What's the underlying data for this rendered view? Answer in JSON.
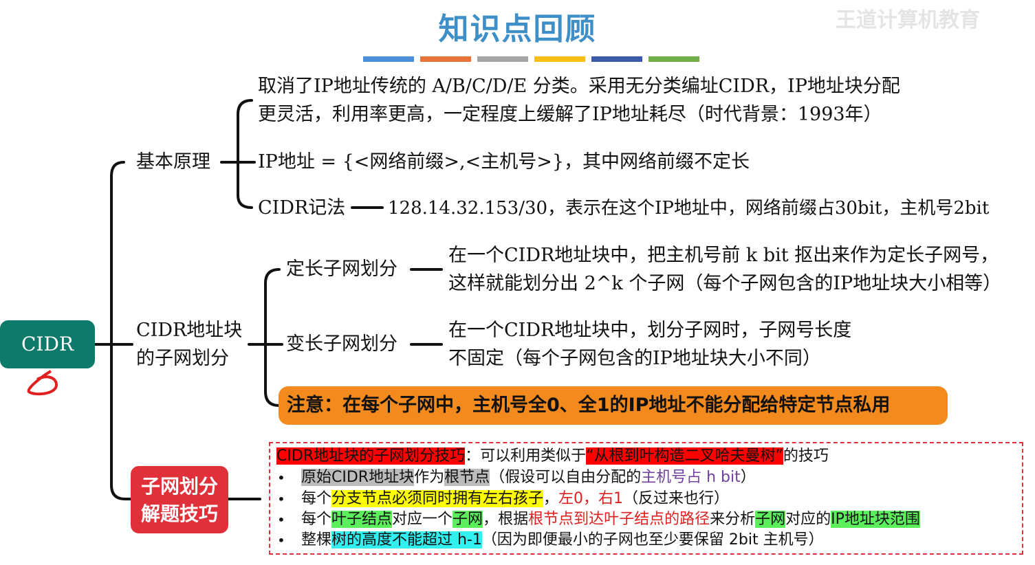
{
  "header": {
    "title": "知识点回顾",
    "watermark": "王道计算机教育",
    "stripe_colors": [
      "#4a90d9",
      "#e8743b",
      "#a5a5a5",
      "#f7bf13",
      "#3a5ba8",
      "#70ad47"
    ]
  },
  "root": {
    "label": "CIDR"
  },
  "branch_basic": {
    "label": "基本原理",
    "item1_line1": "取消了IP地址传统的 A/B/C/D/E 分类。采用无分类编址CIDR，IP地址块分配",
    "item1_line2": "更灵活，利用率更高，一定程度上缓解了IP地址耗尽（时代背景：1993年）",
    "item2": "IP地址 = {<网络前缀>,<主机号>}，其中网络前缀不定长",
    "item3_label": "CIDR记法",
    "item3_text": "128.14.32.153/30，表示在这个IP地址中，网络前缀占30bit，主机号2bit"
  },
  "branch_subnet": {
    "label_line1": "CIDR地址块",
    "label_line2": "的子网划分",
    "fixed_label": "定长子网划分",
    "fixed_line1": "在一个CIDR地址块中，把主机号前 k bit 抠出来作为定长子网号，",
    "fixed_line2": "这样就能划分出 2^k 个子网（每个子网包含的IP地址块大小相等）",
    "var_label": "变长子网划分",
    "var_line1": "在一个CIDR地址块中，划分子网时，子网号长度",
    "var_line2": "不固定（每个子网包含的IP地址块大小不同）",
    "note": "注意：在每个子网中，主机号全0、全1的IP地址不能分配给特定节点私用"
  },
  "branch_tips": {
    "label_line1": "子网划分",
    "label_line2": "解题技巧",
    "heading_a": "CIDR地址块的子网划分技巧",
    "heading_b": "：可以利用类似于",
    "heading_c": "“从根到叶构造二叉哈夫曼树”",
    "heading_d": "的技巧",
    "bullet": "•",
    "t1_a": "原始CIDR地址块",
    "t1_b": "作为",
    "t1_c": "根节点",
    "t1_d": "（假设可以自由分配的",
    "t1_e": "主机号占 h bit",
    "t1_f": "）",
    "t2_a": "每个",
    "t2_b": "分支节点必须同时拥有左右孩子",
    "t2_c": "，",
    "t2_d": "左0，右1",
    "t2_e": "（反过来也行）",
    "t3_a": "每个",
    "t3_b": "叶子结点",
    "t3_c": "对应一个",
    "t3_d": "子网",
    "t3_e": "，根据",
    "t3_f": "根节点到达叶子结点的路径",
    "t3_g": "来分析",
    "t3_h": "子网",
    "t3_i": "对应的",
    "t3_j": "IP地址块范围",
    "t4_a": "整棵",
    "t4_b": "树的高度不能超过 h-1",
    "t4_c": "（因为即便最小的子网也至少要保留 2bit 主机号）"
  }
}
